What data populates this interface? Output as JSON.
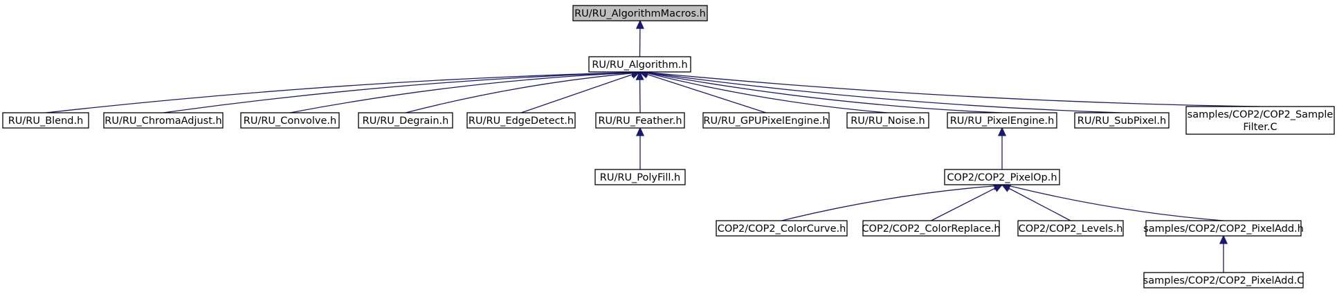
{
  "diagram": {
    "nodes": [
      {
        "id": "n0",
        "lines": [
          "RU/RU_AlgorithmMacros.h"
        ],
        "highlighted": true
      },
      {
        "id": "n1",
        "lines": [
          "RU/RU_Algorithm.h"
        ]
      },
      {
        "id": "n2",
        "lines": [
          "RU/RU_Blend.h"
        ]
      },
      {
        "id": "n3",
        "lines": [
          "RU/RU_ChromaAdjust.h"
        ]
      },
      {
        "id": "n4",
        "lines": [
          "RU/RU_Convolve.h"
        ]
      },
      {
        "id": "n5",
        "lines": [
          "RU/RU_Degrain.h"
        ]
      },
      {
        "id": "n6",
        "lines": [
          "RU/RU_EdgeDetect.h"
        ]
      },
      {
        "id": "n7",
        "lines": [
          "RU/RU_Feather.h"
        ]
      },
      {
        "id": "n8",
        "lines": [
          "RU/RU_GPUPixelEngine.h"
        ]
      },
      {
        "id": "n9",
        "lines": [
          "RU/RU_Noise.h"
        ]
      },
      {
        "id": "n10",
        "lines": [
          "RU/RU_PixelEngine.h"
        ]
      },
      {
        "id": "n11",
        "lines": [
          "RU/RU_SubPixel.h"
        ]
      },
      {
        "id": "n12",
        "lines": [
          "samples/COP2/COP2_Sample",
          "Filter.C"
        ]
      },
      {
        "id": "n13",
        "lines": [
          "RU/RU_PolyFill.h"
        ]
      },
      {
        "id": "n14",
        "lines": [
          "COP2/COP2_PixelOp.h"
        ]
      },
      {
        "id": "n15",
        "lines": [
          "COP2/COP2_ColorCurve.h"
        ]
      },
      {
        "id": "n16",
        "lines": [
          "COP2/COP2_ColorReplace.h"
        ]
      },
      {
        "id": "n17",
        "lines": [
          "COP2/COP2_Levels.h"
        ]
      },
      {
        "id": "n18",
        "lines": [
          "samples/COP2/COP2_PixelAdd.h"
        ]
      },
      {
        "id": "n19",
        "lines": [
          "samples/COP2/COP2_PixelAdd.C"
        ]
      }
    ],
    "edges": [
      {
        "from": "n1",
        "to": "n0"
      },
      {
        "from": "n2",
        "to": "n1"
      },
      {
        "from": "n3",
        "to": "n1"
      },
      {
        "from": "n4",
        "to": "n1"
      },
      {
        "from": "n5",
        "to": "n1"
      },
      {
        "from": "n6",
        "to": "n1"
      },
      {
        "from": "n7",
        "to": "n1"
      },
      {
        "from": "n8",
        "to": "n1"
      },
      {
        "from": "n9",
        "to": "n1"
      },
      {
        "from": "n10",
        "to": "n1"
      },
      {
        "from": "n11",
        "to": "n1"
      },
      {
        "from": "n12",
        "to": "n1"
      },
      {
        "from": "n13",
        "to": "n7"
      },
      {
        "from": "n14",
        "to": "n10"
      },
      {
        "from": "n15",
        "to": "n14"
      },
      {
        "from": "n16",
        "to": "n14"
      },
      {
        "from": "n17",
        "to": "n14"
      },
      {
        "from": "n18",
        "to": "n14"
      },
      {
        "from": "n19",
        "to": "n18"
      }
    ],
    "colors": {
      "edge": "#191970",
      "node_border": "#000000",
      "node_fill": "#ffffff",
      "highlight_fill": "#bfbfbf"
    }
  }
}
